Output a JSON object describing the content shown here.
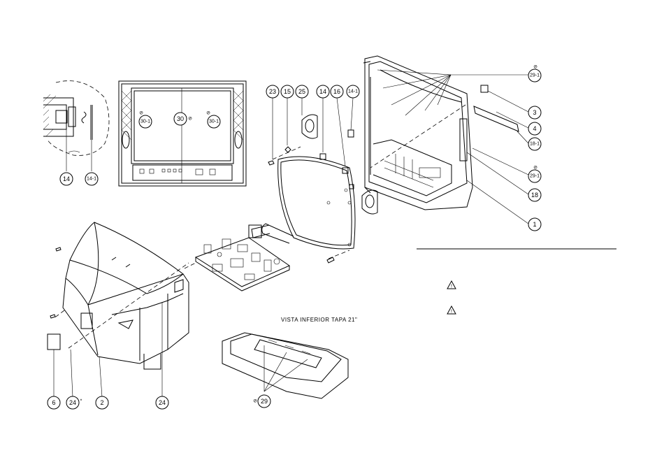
{
  "view_title": "VISTA INFERIOR TAPA 21\"",
  "callouts": {
    "c14_left": "14",
    "c14_1_left": "14-1",
    "c30": "30",
    "c30_1_left": "30-1",
    "c30_1_right": "30-1",
    "c23": "23",
    "c15": "15",
    "c25": "25",
    "c14_mid": "14",
    "c16": "16",
    "c14_1_mid": "14-1",
    "c29_1_top": "29-1",
    "c3": "3",
    "c4": "4",
    "c18_1": "18-1",
    "c29_1_mid": "29-1",
    "c18": "18",
    "c1": "1",
    "c6": "6",
    "c24_left": "24",
    "c2": "2",
    "c24_right": "24",
    "c29_bottom": "29"
  },
  "safety_symbol": "⚠"
}
